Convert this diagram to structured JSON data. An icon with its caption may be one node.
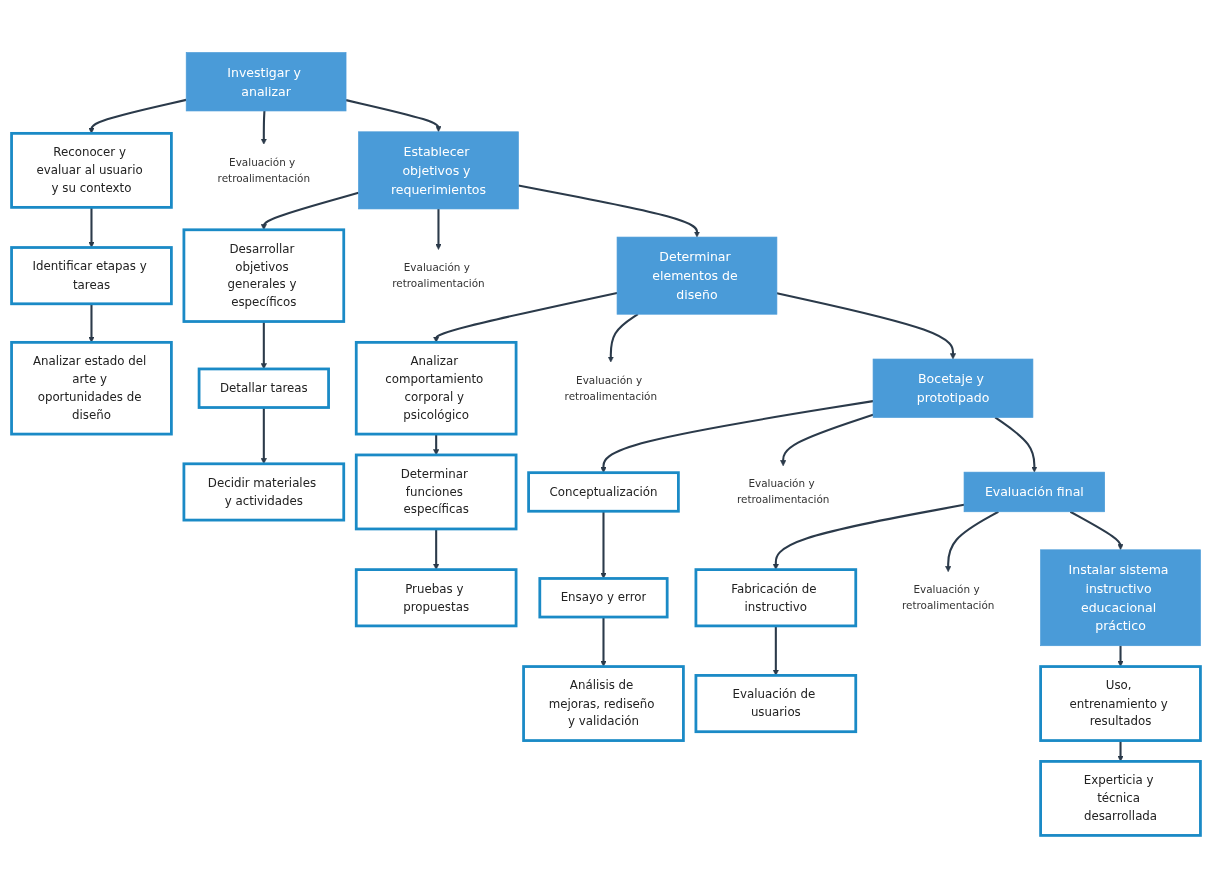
{
  "diagram": {
    "nodes": [
      {
        "text": [
          "Investigar y analizar"
        ]
      },
      {
        "text": [
          "Reconocer y evaluar al usuario y su contexto"
        ]
      },
      {
        "text": [
          "Identificar etapas y tareas"
        ]
      },
      {
        "text": [
          "Analizar estado del arte y oportunidades de diseño"
        ]
      },
      {
        "text": [
          "Evaluación y retroalimentación"
        ]
      },
      {
        "text": [
          "Establecer objetivos y requerimientos"
        ]
      },
      {
        "text": [
          "Desarrollar objetivos generales y específicos"
        ]
      },
      {
        "text": [
          "Detallar tareas"
        ]
      },
      {
        "text": [
          "Decidir materiales y actividades"
        ]
      },
      {
        "text": [
          "Evaluación y retroalimentación"
        ]
      },
      {
        "text": [
          "Determinar elementos de diseño"
        ]
      },
      {
        "text": [
          "Analizar comportamiento corporal y psicológico"
        ]
      },
      {
        "text": [
          "Determinar funciones específicas"
        ]
      },
      {
        "text": [
          "Pruebas y propuestas"
        ]
      },
      {
        "text": [
          "Evaluación y retroalimentación"
        ]
      },
      {
        "text": [
          "Bocetaje y prototipado"
        ]
      },
      {
        "text": [
          "Conceptualización"
        ]
      },
      {
        "text": [
          "Ensayo y error"
        ]
      },
      {
        "text": [
          "Análisis de mejoras, rediseño y validación"
        ]
      },
      {
        "text": [
          "Evaluación y retroalimentación"
        ]
      },
      {
        "text": [
          "Evaluación final"
        ]
      },
      {
        "text": [
          "Fabricación de instructivo"
        ]
      },
      {
        "text": [
          "Evaluación de usuarios"
        ]
      },
      {
        "text": [
          "Evaluación y retroalimentación"
        ]
      },
      {
        "text": [
          "Instalar sistema instructivo educacional práctico"
        ]
      },
      {
        "text": [
          "Uso, entrenamiento y resultados"
        ]
      },
      {
        "text": [
          "Experticia y técnica desarrollada"
        ]
      }
    ],
    "edges": [
      {
        "from": 0,
        "to": 1,
        "arrow": "to"
      },
      {
        "from": 1,
        "to": 2,
        "arrow": "to"
      },
      {
        "from": 2,
        "to": 3,
        "arrow": "to"
      },
      {
        "from": 0,
        "to": 4,
        "arrow": "to"
      },
      {
        "from": 0,
        "to": 5,
        "arrow": "to"
      },
      {
        "from": 5,
        "to": 6,
        "arrow": "to"
      },
      {
        "from": 6,
        "to": 7,
        "arrow": "to"
      },
      {
        "from": 7,
        "to": 8,
        "arrow": "to"
      },
      {
        "from": 5,
        "to": 9,
        "arrow": "to"
      },
      {
        "from": 5,
        "to": 10,
        "arrow": "to"
      },
      {
        "from": 10,
        "to": 11,
        "arrow": "to"
      },
      {
        "from": 11,
        "to": 12,
        "arrow": "to"
      },
      {
        "from": 12,
        "to": 13,
        "arrow": "to"
      },
      {
        "from": 10,
        "to": 14,
        "arrow": "to"
      },
      {
        "from": 10,
        "to": 15,
        "arrow": "to"
      },
      {
        "from": 15,
        "to": 16,
        "arrow": "to"
      },
      {
        "from": 16,
        "to": 17,
        "arrow": "to"
      },
      {
        "from": 17,
        "to": 18,
        "arrow": "to"
      },
      {
        "from": 15,
        "to": 19,
        "arrow": "to"
      },
      {
        "from": 15,
        "to": 20,
        "arrow": "to"
      },
      {
        "from": 20,
        "to": 21,
        "arrow": "to"
      },
      {
        "from": 21,
        "to": 22,
        "arrow": "to"
      },
      {
        "from": 20,
        "to": 23,
        "arrow": "to"
      },
      {
        "from": 20,
        "to": 24,
        "arrow": "to"
      },
      {
        "from": 24,
        "to": 25,
        "arrow": "to"
      },
      {
        "from": 25,
        "to": 26,
        "arrow": "to"
      }
    ]
  }
}
